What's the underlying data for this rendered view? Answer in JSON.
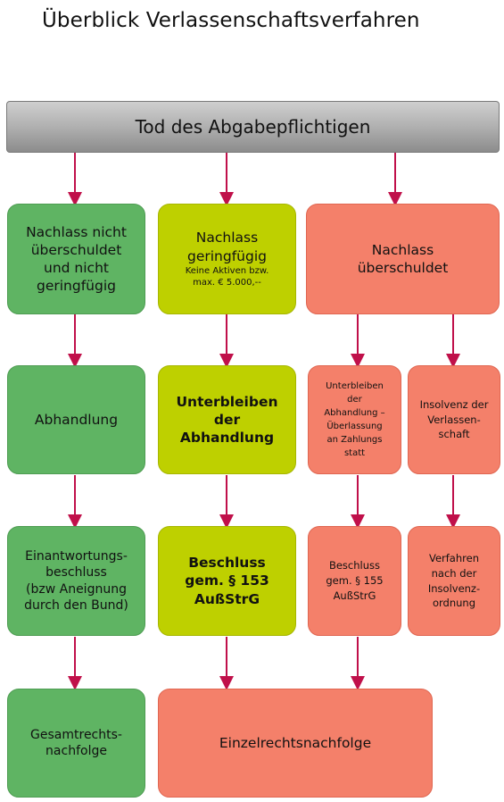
{
  "title": "Überblick Verlassenschaftsverfahren",
  "start": "Tod des Abgabepflichtigen",
  "row1": {
    "not_overindebted": "Nachlass nicht\nüberschuldet\nund nicht\ngeringfügig",
    "minor": "Nachlass\ngeringfügig",
    "minor_note": "Keine Aktiven bzw.\nmax. € 5.000,--",
    "overindebted": "Nachlass\nüberschuldet"
  },
  "row2": {
    "abhandlung": "Abhandlung",
    "unterbleiben": "Unterbleiben\nder\nAbhandlung",
    "ueberlassung": "Unterbleiben\nder\nAbhandlung –\nÜberlassung\nan Zahlungs\nstatt",
    "insolvenz": "Insolvenz der\nVerlassen-\nschaft"
  },
  "row3": {
    "einantwortung": "Einantwortungs-\nbeschluss\n(bzw Aneignung\ndurch den Bund)",
    "beschluss153": "Beschluss\ngem. § 153\nAußStrG",
    "beschluss155": "Beschluss\ngem. § 155\nAußStrG",
    "insolvenzordnung": "Verfahren\nnach der\nInsolvenz-\nordnung"
  },
  "row4": {
    "gesamt": "Gesamtrechts-\nnachfolge",
    "einzel": "Einzelrechtsnachfolge"
  },
  "colors": {
    "green": "#5fb463",
    "lime": "#bed000",
    "salmon": "#f4806a",
    "arrow": "#c0104a",
    "gray": "#b0b0b0"
  }
}
